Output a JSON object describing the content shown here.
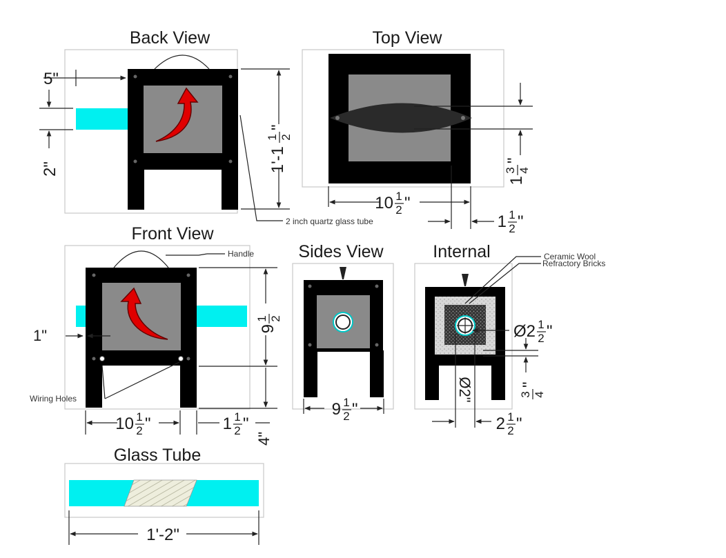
{
  "views": {
    "back": "Back View",
    "top": "Top View",
    "front": "Front View",
    "sides": "Sides View",
    "internal": "Internal",
    "glass_tube": "Glass Tube"
  },
  "dimensions": {
    "back_5": "5\"",
    "back_2": "2\"",
    "back_height": "1'-1",
    "top_width": "10",
    "top_right": "1",
    "top_depth": "1",
    "front_1": "1\"",
    "front_height": "9",
    "front_width": "10",
    "front_right": "1",
    "front_4": "4\"",
    "sides_width": "9",
    "internal_dia": "Ø2",
    "internal_tube": "Ø2\"",
    "internal_right": "2",
    "internal_3_4": "3\"",
    "glass_length": "1'-2\""
  },
  "fractions": {
    "half_num": "1",
    "half_den": "2",
    "three_num": "3",
    "four_den": "4",
    "inch": "\""
  },
  "labels": {
    "quartz": "2 inch quartz glass tube",
    "handle": "Handle",
    "wiring": "Wiring Holes",
    "ceramic": "Ceramic Wool",
    "refractory": "Refractory Bricks"
  },
  "colors": {
    "frame": "#000000",
    "panel": "#8a8a8a",
    "glass": "#00f0f0",
    "flame": "#e00000"
  }
}
